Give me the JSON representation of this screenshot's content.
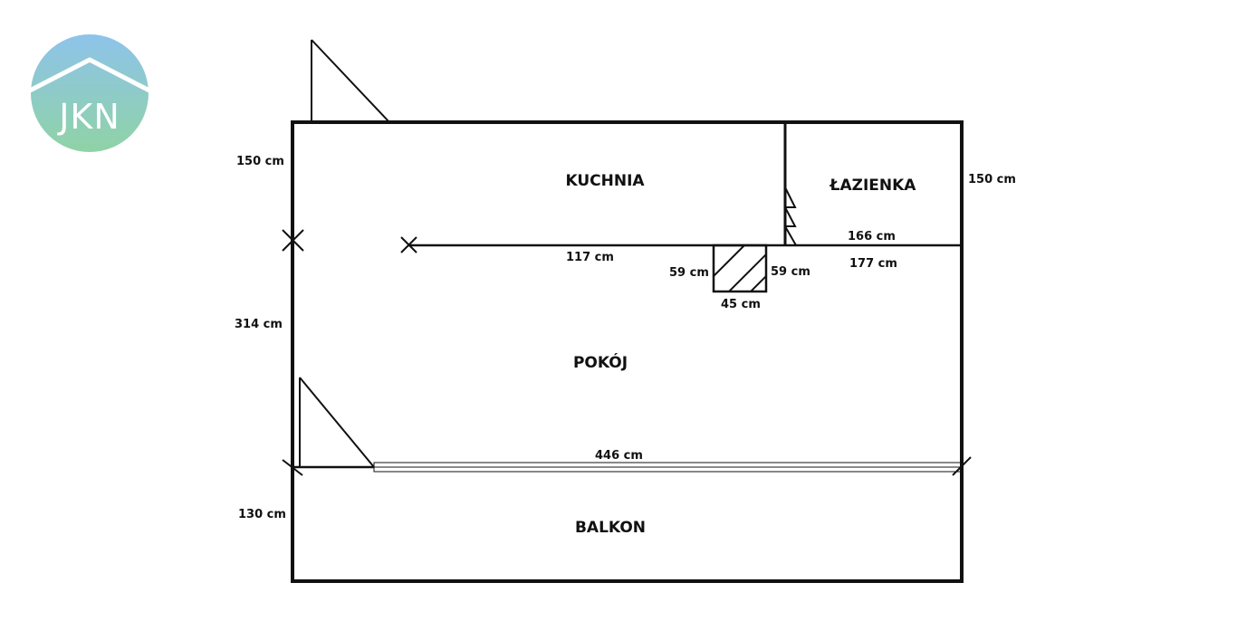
{
  "logo": {
    "text": "JKN",
    "gradient_top": "#8ec3ea",
    "gradient_bottom": "#8fd3a6",
    "mark_color": "#ffffff"
  },
  "rooms": {
    "kitchen": "KUCHNIA",
    "bathroom": "ŁAZIENKA",
    "living_room": "POKÓJ",
    "balcony": "BALKON"
  },
  "dimensions": {
    "kitchen_depth": "150 cm",
    "bathroom_depth": "150 cm",
    "kitchen_wall_width": "117 cm",
    "bathroom_wall_width_top": "166 cm",
    "bathroom_wall_width_bottom": "177 cm",
    "shaft_left": "59 cm",
    "shaft_right": "59 cm",
    "shaft_bottom": "45 cm",
    "living_room_depth": "314 cm",
    "window_width": "446 cm",
    "balcony_depth": "130 cm"
  },
  "colors": {
    "wall": "#111111",
    "background": "#ffffff"
  }
}
